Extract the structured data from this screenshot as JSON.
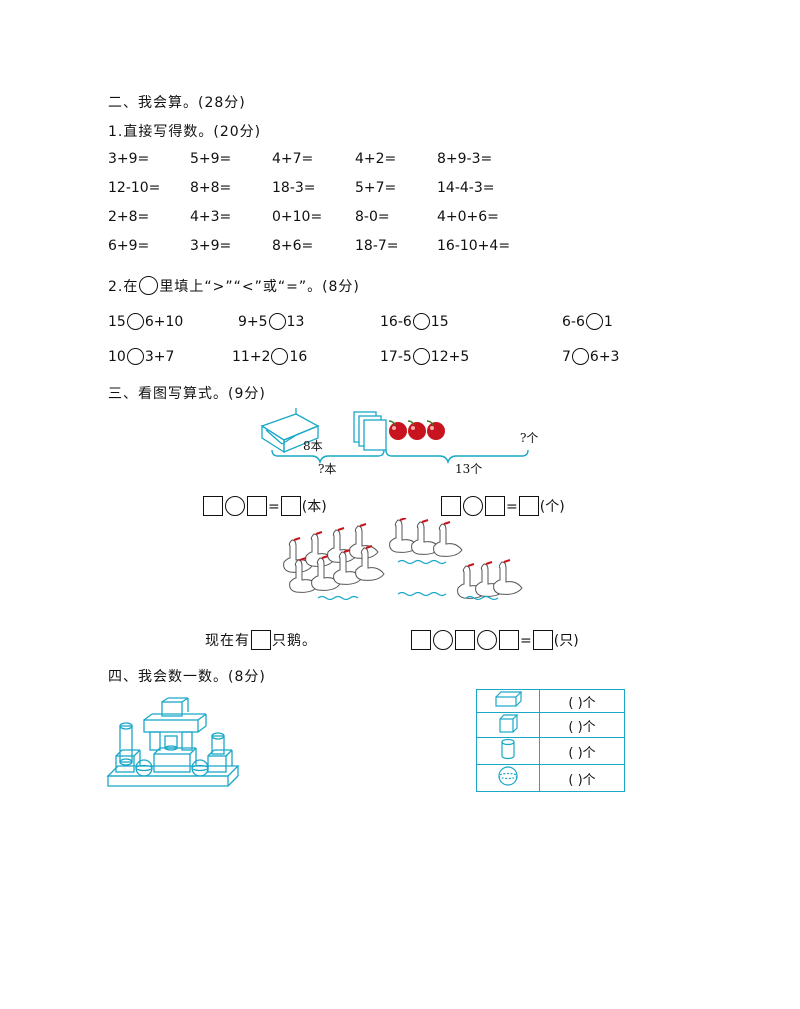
{
  "section2": {
    "title": "二、我会算。(28分)",
    "q1": {
      "title": "1.直接写得数。(20分)",
      "rows": [
        [
          "3+9=",
          "5+9=",
          "4+7=",
          "4+2=",
          "8+9-3="
        ],
        [
          "12-10=",
          "8+8=",
          "18-3=",
          "5+7=",
          "14-4-3="
        ],
        [
          "2+8=",
          "4+3=",
          "0+10=",
          "8-0=",
          "4+0+6="
        ],
        [
          "6+9=",
          "3+9=",
          "8+6=",
          "18-7=",
          "16-10+4="
        ]
      ]
    },
    "q2": {
      "title_prefix": "2.在",
      "title_suffix": "里填上“>”“<”或“=”。(8分)",
      "items": [
        {
          "left": "15",
          "right": "6+10"
        },
        {
          "left": "9+5",
          "right": "13"
        },
        {
          "left": "16-6",
          "right": "15"
        },
        {
          "left": "6-6",
          "right": "1"
        },
        {
          "left": "10",
          "right": "3+7"
        },
        {
          "left": "11+2",
          "right": "16"
        },
        {
          "left": "17-5",
          "right": "12+5"
        },
        {
          "left": "7",
          "right": "6+3"
        }
      ]
    }
  },
  "section3": {
    "title": "三、看图写算式。(9分)",
    "fig1": {
      "label_8ben": "8本",
      "label_unknown_ben": "?本",
      "label_unknown_ge": "?个",
      "label_13ge": "13个"
    },
    "eq1_unit": "(本)",
    "eq2_unit": "(个)",
    "equals": "=",
    "now_prefix": "现在有",
    "now_suffix": "只鹅。",
    "eq3_unit": "(只)"
  },
  "section4": {
    "title": "四、我会数一数。(8分)",
    "table": {
      "rows": [
        {
          "icon": "cuboid-icon",
          "value": "(    )个"
        },
        {
          "icon": "cube-icon",
          "value": "(    )个"
        },
        {
          "icon": "cylinder-icon",
          "value": "(    )个"
        },
        {
          "icon": "sphere-icon",
          "value": "(    )个"
        }
      ]
    }
  },
  "colors": {
    "accent": "#19a8c8",
    "apple": "#c8141e"
  }
}
